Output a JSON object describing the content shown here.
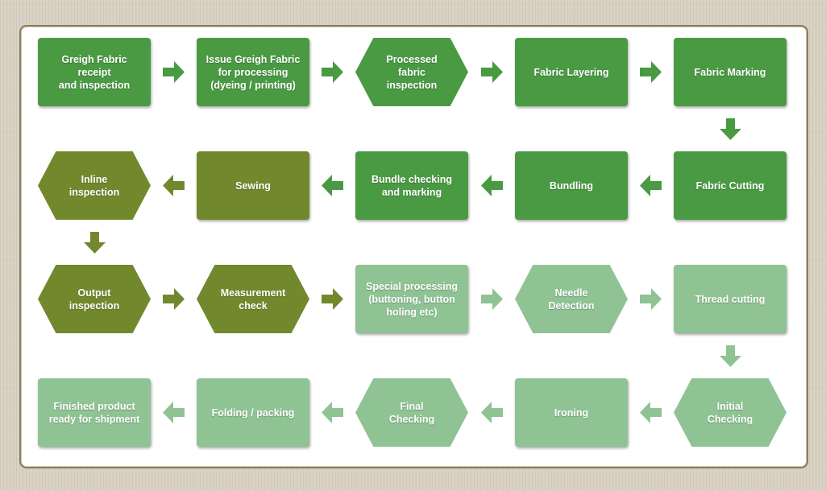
{
  "colors": {
    "dark_green": "#4a9a43",
    "olive": "#72882d",
    "light_green": "#8fc394"
  },
  "nodes": [
    {
      "id": "greigh-receipt",
      "label": "Greigh Fabric receipt\nand inspection",
      "shape": "rect",
      "tone": "dark_green"
    },
    {
      "id": "issue-greigh",
      "label": "Issue Greigh Fabric\nfor processing\n(dyeing / printing)",
      "shape": "rect",
      "tone": "dark_green"
    },
    {
      "id": "processed-inspection",
      "label": "Processed\nfabric\ninspection",
      "shape": "hex",
      "tone": "dark_green"
    },
    {
      "id": "fabric-layering",
      "label": "Fabric Layering",
      "shape": "rect",
      "tone": "dark_green"
    },
    {
      "id": "fabric-marking",
      "label": "Fabric Marking",
      "shape": "rect",
      "tone": "dark_green"
    },
    {
      "id": "fabric-cutting",
      "label": "Fabric Cutting",
      "shape": "rect",
      "tone": "dark_green"
    },
    {
      "id": "bundling",
      "label": "Bundling",
      "shape": "rect",
      "tone": "dark_green"
    },
    {
      "id": "bundle-checking",
      "label": "Bundle checking\nand marking",
      "shape": "rect",
      "tone": "dark_green"
    },
    {
      "id": "sewing",
      "label": "Sewing",
      "shape": "rect",
      "tone": "olive"
    },
    {
      "id": "inline-inspection",
      "label": "Inline\ninspection",
      "shape": "hex",
      "tone": "olive"
    },
    {
      "id": "output-inspection",
      "label": "Output\ninspection",
      "shape": "hex",
      "tone": "olive"
    },
    {
      "id": "measurement-check",
      "label": "Measurement\ncheck",
      "shape": "hex",
      "tone": "olive"
    },
    {
      "id": "special-processing",
      "label": "Special processing\n(buttoning, button\nholing etc)",
      "shape": "rect",
      "tone": "light_green"
    },
    {
      "id": "needle-detection",
      "label": "Needle\nDetection",
      "shape": "hex",
      "tone": "light_green"
    },
    {
      "id": "thread-cutting",
      "label": "Thread cutting",
      "shape": "rect",
      "tone": "light_green"
    },
    {
      "id": "initial-checking",
      "label": "Initial\nChecking",
      "shape": "hex",
      "tone": "light_green"
    },
    {
      "id": "ironing",
      "label": "Ironing",
      "shape": "rect",
      "tone": "light_green"
    },
    {
      "id": "final-checking",
      "label": "Final\nChecking",
      "shape": "hex",
      "tone": "light_green"
    },
    {
      "id": "folding-packing",
      "label": "Folding / packing",
      "shape": "rect",
      "tone": "light_green"
    },
    {
      "id": "finished-product",
      "label": "Finished product\nready for shipment",
      "shape": "rect",
      "tone": "light_green"
    }
  ],
  "edges": [
    {
      "from": "greigh-receipt",
      "to": "issue-greigh"
    },
    {
      "from": "issue-greigh",
      "to": "processed-inspection"
    },
    {
      "from": "processed-inspection",
      "to": "fabric-layering"
    },
    {
      "from": "fabric-layering",
      "to": "fabric-marking"
    },
    {
      "from": "fabric-marking",
      "to": "fabric-cutting"
    },
    {
      "from": "fabric-cutting",
      "to": "bundling"
    },
    {
      "from": "bundling",
      "to": "bundle-checking"
    },
    {
      "from": "bundle-checking",
      "to": "sewing"
    },
    {
      "from": "sewing",
      "to": "inline-inspection"
    },
    {
      "from": "inline-inspection",
      "to": "output-inspection"
    },
    {
      "from": "output-inspection",
      "to": "measurement-check"
    },
    {
      "from": "measurement-check",
      "to": "special-processing"
    },
    {
      "from": "special-processing",
      "to": "needle-detection"
    },
    {
      "from": "needle-detection",
      "to": "thread-cutting"
    },
    {
      "from": "thread-cutting",
      "to": "initial-checking"
    },
    {
      "from": "initial-checking",
      "to": "ironing"
    },
    {
      "from": "ironing",
      "to": "final-checking"
    },
    {
      "from": "final-checking",
      "to": "folding-packing"
    },
    {
      "from": "folding-packing",
      "to": "finished-product"
    }
  ]
}
